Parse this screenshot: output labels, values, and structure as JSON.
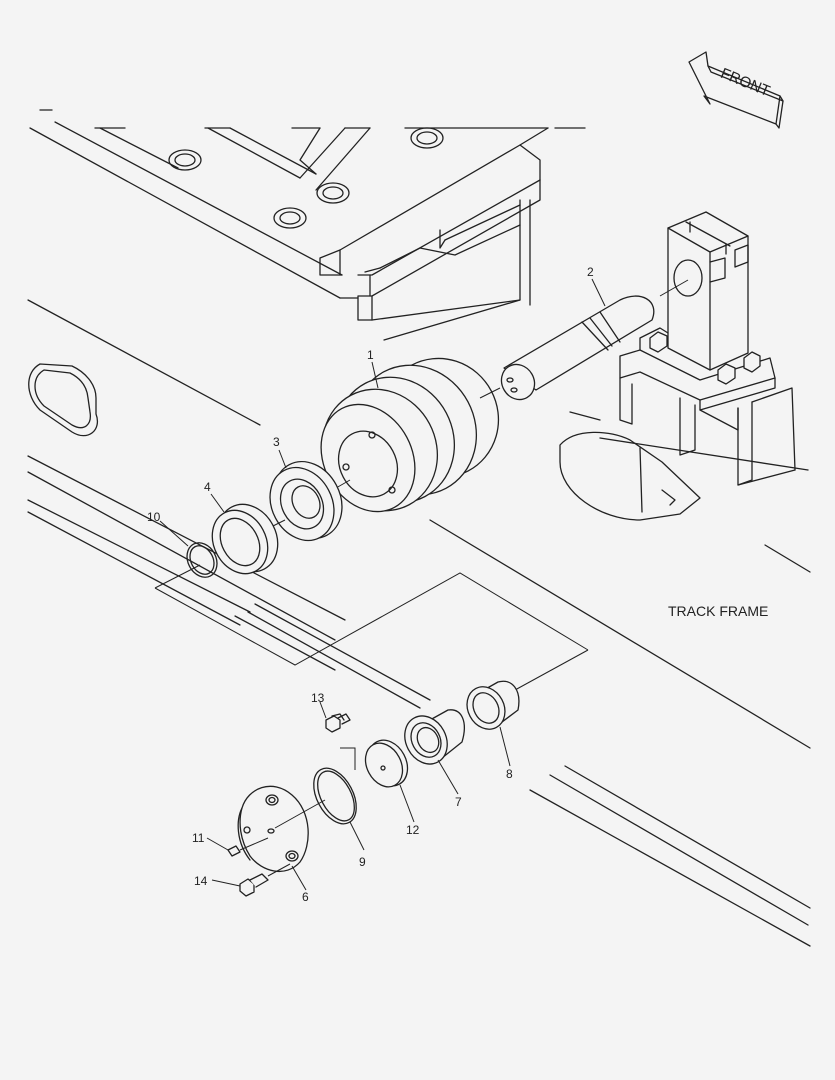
{
  "front_label": "FRONT",
  "track_frame_label": "TRACK FRAME",
  "callouts": {
    "c1": "1",
    "c2": "2",
    "c3": "3",
    "c4": "4",
    "c5": "10",
    "c6": "13",
    "c7": "8",
    "c8": "7",
    "c9": "12",
    "c10": "9",
    "c11": "11",
    "c12": "14",
    "c13": "6"
  }
}
